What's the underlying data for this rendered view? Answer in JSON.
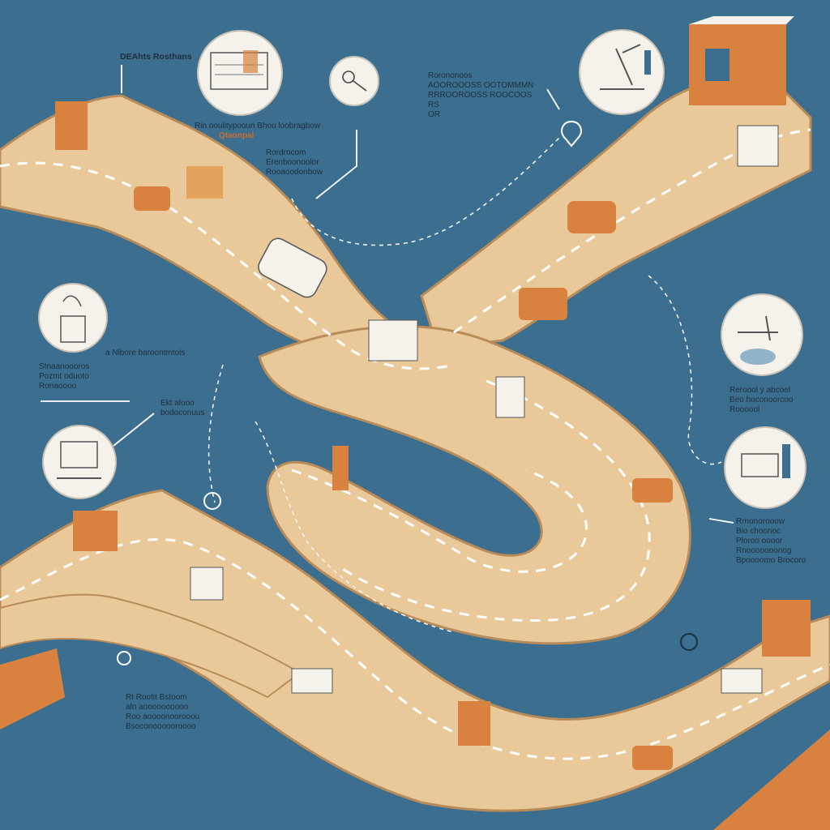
{
  "colors": {
    "water": "#3b6e8f",
    "road": "#e9c99a",
    "road_edge": "#b98b58",
    "dash": "#ffffff",
    "accent": "#c86f2e",
    "ink": "#1e2f3d",
    "circle_bg": "#f5f2ec"
  },
  "icons": [
    "notebook-icon",
    "microscope-icon",
    "warehouse-icon",
    "key-icon",
    "computer-icon",
    "tools-icon",
    "machine-icon",
    "location-pin-icon",
    "car-icon",
    "building-icon"
  ],
  "notes": {
    "n1": {
      "title": "DEAhts Rosthans"
    },
    "n2": {
      "lines": [
        "Rin ooulitypooun Bhou loobragbow"
      ],
      "accent": "Qtaonpal"
    },
    "n3": {
      "lines": [
        "Rordrocom",
        "Erenboonoolor",
        "Rooaoodonbow"
      ]
    },
    "n4": {
      "lines": [
        "Rorononoos",
        "AOOROOOSS OOTOMMMN",
        "RRROOROOSS ROOCOOS",
        "RS",
        "OR"
      ]
    },
    "n5": {
      "lines": [
        "Stnaanoooros",
        "Pozmt oduoto",
        "Ronaoooo"
      ]
    },
    "n6": {
      "lines": [
        "a Nlbore baroontmtois"
      ]
    },
    "n7": {
      "lines": [
        "Ekt alooo",
        "bodoconuus"
      ]
    },
    "n8": {
      "lines": [
        "Reroool y abcoel",
        "Beo hoconoorcoo",
        "Roooool"
      ]
    },
    "n9": {
      "lines": [
        "Rrnonorooow",
        "Bio choonoc",
        "Ploroo oooor",
        "Rnooooooonog",
        "Bpoooomo Brocoro"
      ]
    },
    "n10": {
      "lines": [
        "Rt Rootit Bstoom",
        "aln aoooooooooo",
        "Roo aoooonoorooou",
        "Bsoconoooooroooo"
      ]
    }
  }
}
